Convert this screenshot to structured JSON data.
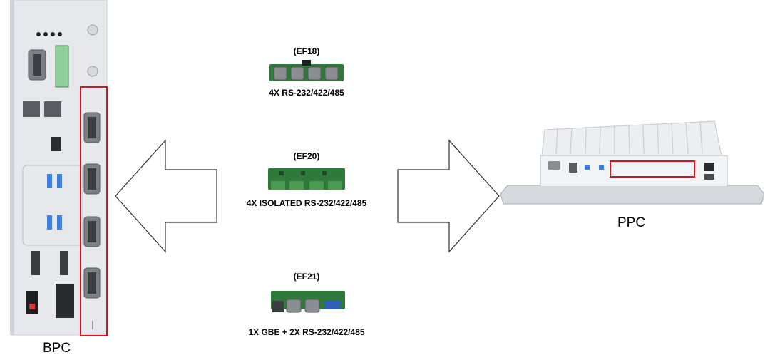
{
  "left_device": {
    "label": "BPC"
  },
  "right_device": {
    "label": "PPC"
  },
  "modules": [
    {
      "code": "(EF18)",
      "description": "4X RS-232/422/485"
    },
    {
      "code": "(EF20)",
      "description": "4X ISOLATED RS-232/422/485"
    },
    {
      "code": "(EF21)",
      "description": "1X GBE + 2X RS-232/422/485"
    }
  ],
  "colors": {
    "highlight": "#e0101a",
    "panel": "#e9ebee",
    "pcb": "#2f7a3a",
    "connector": "#8a8d92"
  }
}
